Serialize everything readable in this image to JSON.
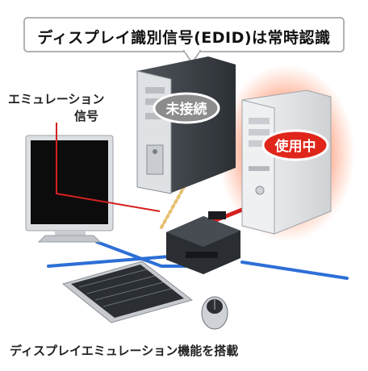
{
  "callout": {
    "text": "ディスプレイ識別信号(EDID)は常時認識"
  },
  "emulation_label": {
    "line1": "エミュレーション",
    "line2": "信号"
  },
  "badges": {
    "inactive": "未接続",
    "active": "使用中"
  },
  "caption": "ディスプレイエミュレーション機能を搭載",
  "colors": {
    "signal_red": "#d42020",
    "active_glow": "#ff5a3c",
    "inactive_badge": "#8c8c8c",
    "active_badge": "#e0261a",
    "usb_blue": "#2d6fd6",
    "pc_dark": "#3a3f45",
    "pc_light": "#e4e6e8"
  },
  "icons": {
    "monitor": "monitor-icon",
    "pc_left": "tower-pc-icon",
    "pc_right": "tower-pc-icon",
    "switch": "kvm-switch-icon",
    "keyboard": "keyboard-icon",
    "mouse": "mouse-icon"
  }
}
